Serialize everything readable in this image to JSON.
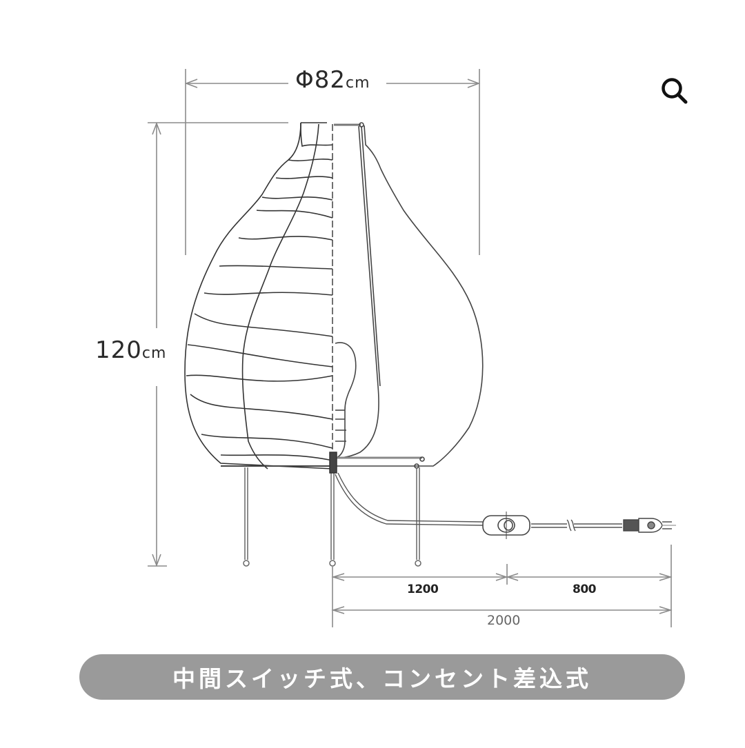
{
  "diagram": {
    "subject": "paper floor lamp dimension drawing",
    "dimensions": {
      "diameter": {
        "prefix": "Φ",
        "value": "82",
        "unit": "cm"
      },
      "height": {
        "value": "120",
        "unit": "cm"
      },
      "cord": {
        "to_switch": "1200",
        "switch_to_plug": "800",
        "total": "2000"
      }
    },
    "parts": [
      "shade",
      "bulb",
      "frame",
      "legs",
      "inline-switch",
      "power-plug"
    ]
  },
  "banner": {
    "text": "中間スイッチ式、コンセント差込式"
  },
  "controls": {
    "zoom_icon": "search-icon"
  },
  "colors": {
    "line": "#3a3a3a",
    "dim_line": "#8a8a8a",
    "banner_bg": "#9a9a9a",
    "banner_text": "#ffffff",
    "background": "#ffffff"
  }
}
